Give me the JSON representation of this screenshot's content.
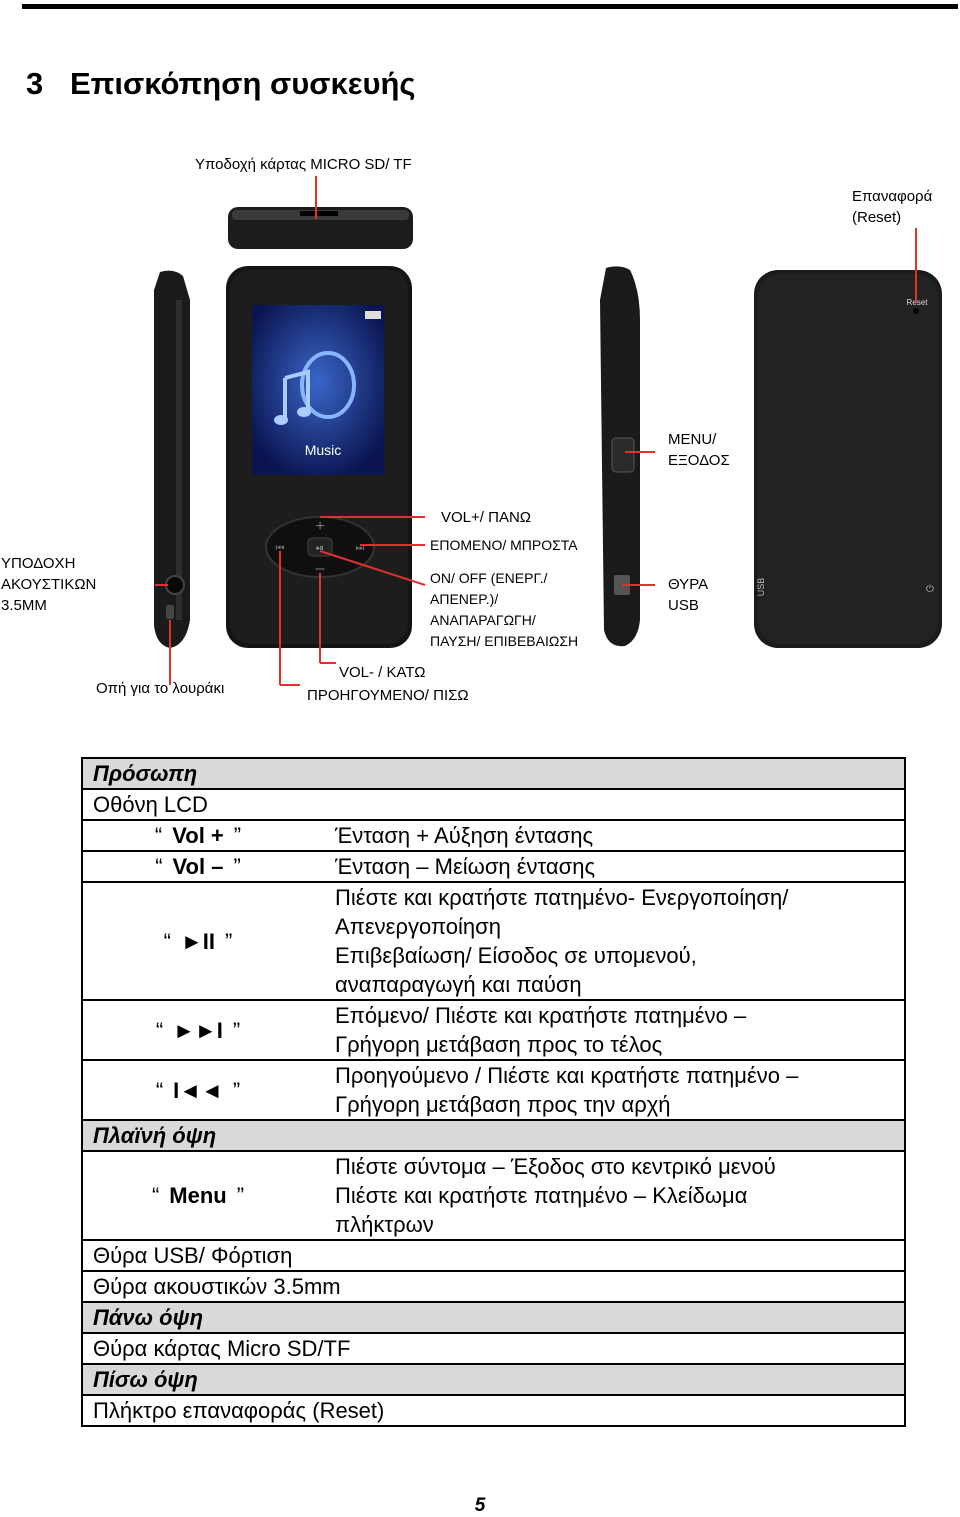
{
  "heading": {
    "number": "3",
    "title": "Επισκόπηση συσκευής"
  },
  "labels": {
    "sd_slot": "Υποδοχή κάρτας MICRO SD/ TF",
    "reset_1": "Επαναφορά",
    "reset_2": "(Reset)",
    "menu_1": "MENU/",
    "menu_2": "ΕΞΟΔΟΣ",
    "vol_up": "VOL+/ ΠΑΝΩ",
    "next": "ΕΠΟΜΕΝΟ/ ΜΠΡΟΣΤΑ",
    "onoff_1": "ON/ OFF (ΕΝΕΡΓ./",
    "onoff_2": "ΑΠΕΝΕΡ.)/",
    "onoff_3": "ΑΝΑΠΑΡΑΓΩΓΗ/",
    "onoff_4": "ΠΑΥΣΗ/ ΕΠΙΒΕΒΑΙΩΣΗ",
    "jack_1": "ΥΠΟΔΟΧΗ",
    "jack_2": "ΑΚΟΥΣΤΙΚΩΝ",
    "jack_3": "3.5MM",
    "usb_1": "ΘΥΡΑ",
    "usb_2": "USB",
    "strap": "Οπή για το λουράκι",
    "vol_down": "VOL- / ΚΑΤΩ",
    "prev": "ΠΡΟΗΓΟΥΜΕΝΟ/ ΠΙΣΩ"
  },
  "device": {
    "screen_label": "Music",
    "back_reset_label": "Reset",
    "back_usb_label": "USB",
    "back_power_glyph": "⏻",
    "volup_glyph": "+",
    "voldown_glyph": "–",
    "prev_glyph": "⏮",
    "next_glyph": "⏭",
    "play_glyph": "⏯"
  },
  "table": {
    "front": "Πρόσωπη",
    "lcd": "Οθόνη LCD",
    "volplus_key": "Vol +",
    "volplus_desc": "Ένταση + Αύξηση έντασης",
    "volminus_key": "Vol –",
    "volminus_desc": "Ένταση – Μείωση έντασης",
    "play_key": "►II",
    "play_desc_1": "Πιέστε και  κρατήστε πατημένο- Ενεργοποίηση/",
    "play_desc_2": "Απενεργοποίηση",
    "play_desc_3": "Επιβεβαίωση/ Είσοδος σε υπομενού,",
    "play_desc_4": "αναπαραγωγή και παύση",
    "next_key": "►►I",
    "next_desc_1": "Επόμενο/ Πιέστε και κρατήστε πατημένο –",
    "next_desc_2": "Γρήγορη μετάβαση προς το τέλος",
    "prev_key": "I◄◄",
    "prev_desc_1": "Προηγούμενο / Πιέστε και κρατήστε πατημένο –",
    "prev_desc_2": "Γρήγορη μετάβαση προς την αρχή",
    "side": "Πλαϊνή όψη",
    "menu_key": "Menu",
    "menu_desc_1": "Πιέστε σύντομα – Έξοδος στο κεντρικό μενού",
    "menu_desc_2": "Πιέστε και κρατήστε πατημένο – Κλείδωμα",
    "menu_desc_3": "πλήκτρων",
    "usb_port": "Θύρα USB/ Φόρτιση",
    "jack_port": "Θύρα ακουστικών 3.5mm",
    "top": "Πάνω όψη",
    "sd_port": "Θύρα κάρτας Micro SD/TF",
    "back": "Πίσω όψη",
    "reset_key": "Πλήκτρο επαναφοράς (Reset)",
    "quote_open": "“",
    "quote_close": "”"
  },
  "page_number": "5"
}
